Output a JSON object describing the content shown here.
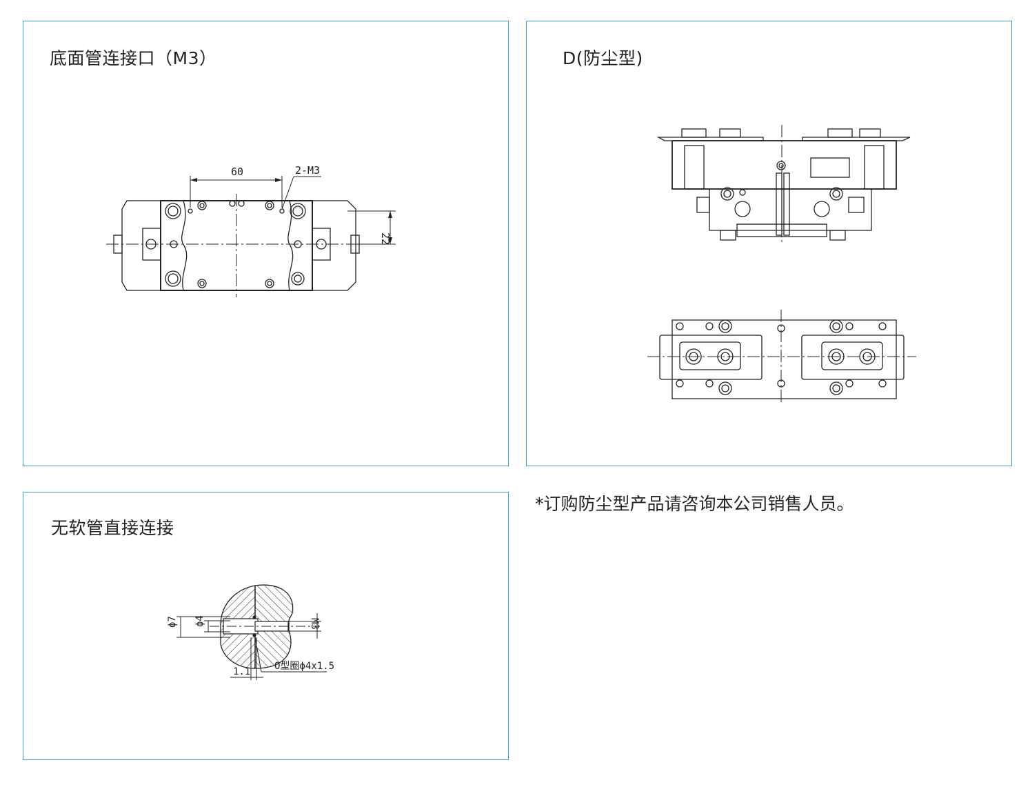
{
  "panels": {
    "bottom_port": {
      "title": "底面管连接口（M3）",
      "dim_width": "60",
      "dim_height": "22",
      "callout": "2-M3"
    },
    "dustproof": {
      "title": "D(防尘型)"
    },
    "direct": {
      "title": "无软管直接连接",
      "dim_phi7": "ϕ7",
      "dim_phi4": "ϕ4",
      "dim_m3": "M3",
      "dim_depth": "1.1",
      "oring": "O型圈ϕ4x1.5"
    }
  },
  "note": "*订购防尘型产品请咨询本公司销售人员。",
  "colors": {
    "border": "#3a9fd8",
    "line": "#222222"
  }
}
